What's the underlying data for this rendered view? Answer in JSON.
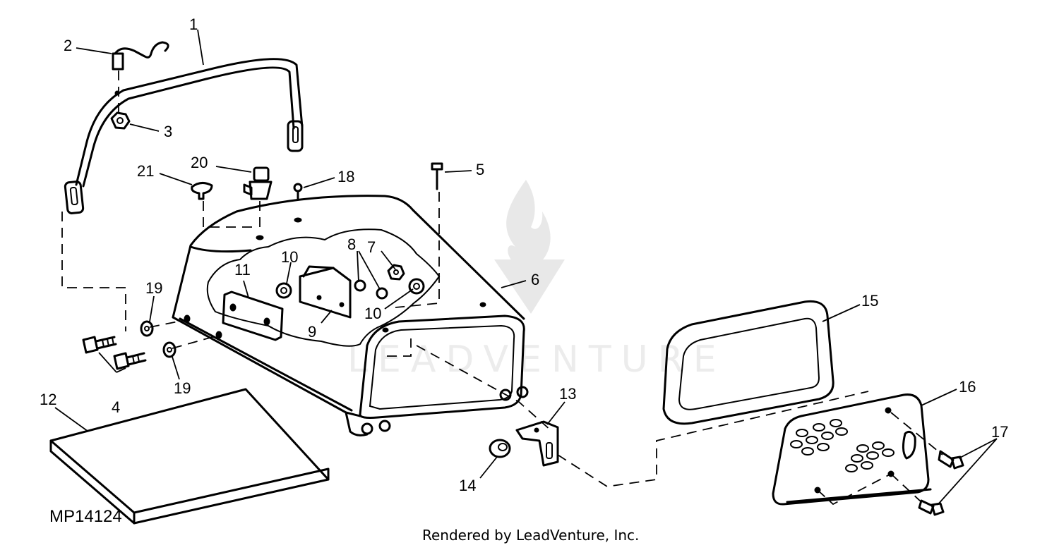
{
  "diagram": {
    "figure_id": "MP14124",
    "footer": "Rendered by LeadVenture, Inc.",
    "watermark": "LEADVENTURE",
    "callouts": [
      "1",
      "2",
      "3",
      "4",
      "5",
      "6",
      "7",
      "8",
      "9",
      "10",
      "10",
      "11",
      "12",
      "13",
      "14",
      "15",
      "16",
      "17",
      "18",
      "19",
      "19",
      "20",
      "21"
    ]
  }
}
